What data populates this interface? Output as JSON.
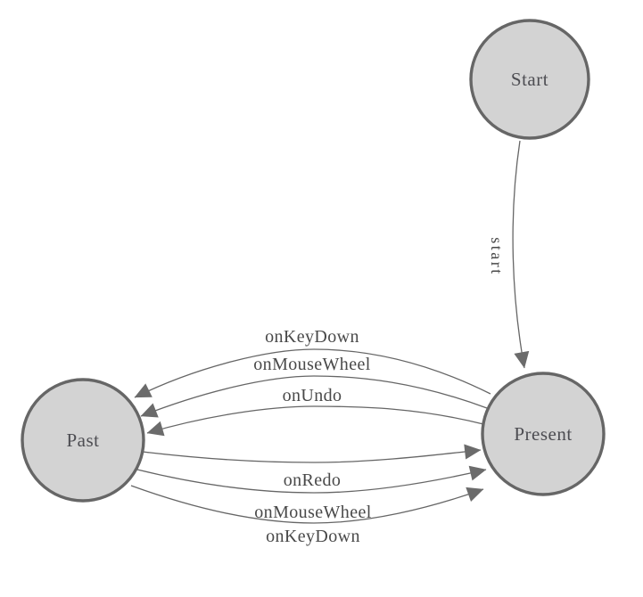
{
  "diagram": {
    "type": "state-machine",
    "background": "#ffffff",
    "colors": {
      "node_fill": "#d3d3d3",
      "node_border": "#666666",
      "edge_line": "#666666",
      "arrowhead": "#6b6b6b",
      "node_text": "#4d4d52",
      "edge_text": "#494949"
    },
    "nodes": {
      "start": {
        "label": "Start"
      },
      "present": {
        "label": "Present"
      },
      "past": {
        "label": "Past"
      }
    },
    "edges": {
      "start_to_present": {
        "from": "Start",
        "to": "Present",
        "label": "start"
      },
      "present_to_past_1": {
        "from": "Present",
        "to": "Past",
        "label": "onKeyDown"
      },
      "present_to_past_2": {
        "from": "Present",
        "to": "Past",
        "label": "onMouseWheel"
      },
      "present_to_past_3": {
        "from": "Present",
        "to": "Past",
        "label": "onUndo"
      },
      "past_to_present_1": {
        "from": "Past",
        "to": "Present",
        "label": "onRedo"
      },
      "past_to_present_2": {
        "from": "Past",
        "to": "Present",
        "label": "onMouseWheel"
      },
      "past_to_present_3": {
        "from": "Past",
        "to": "Present",
        "label": "onKeyDown"
      }
    }
  }
}
